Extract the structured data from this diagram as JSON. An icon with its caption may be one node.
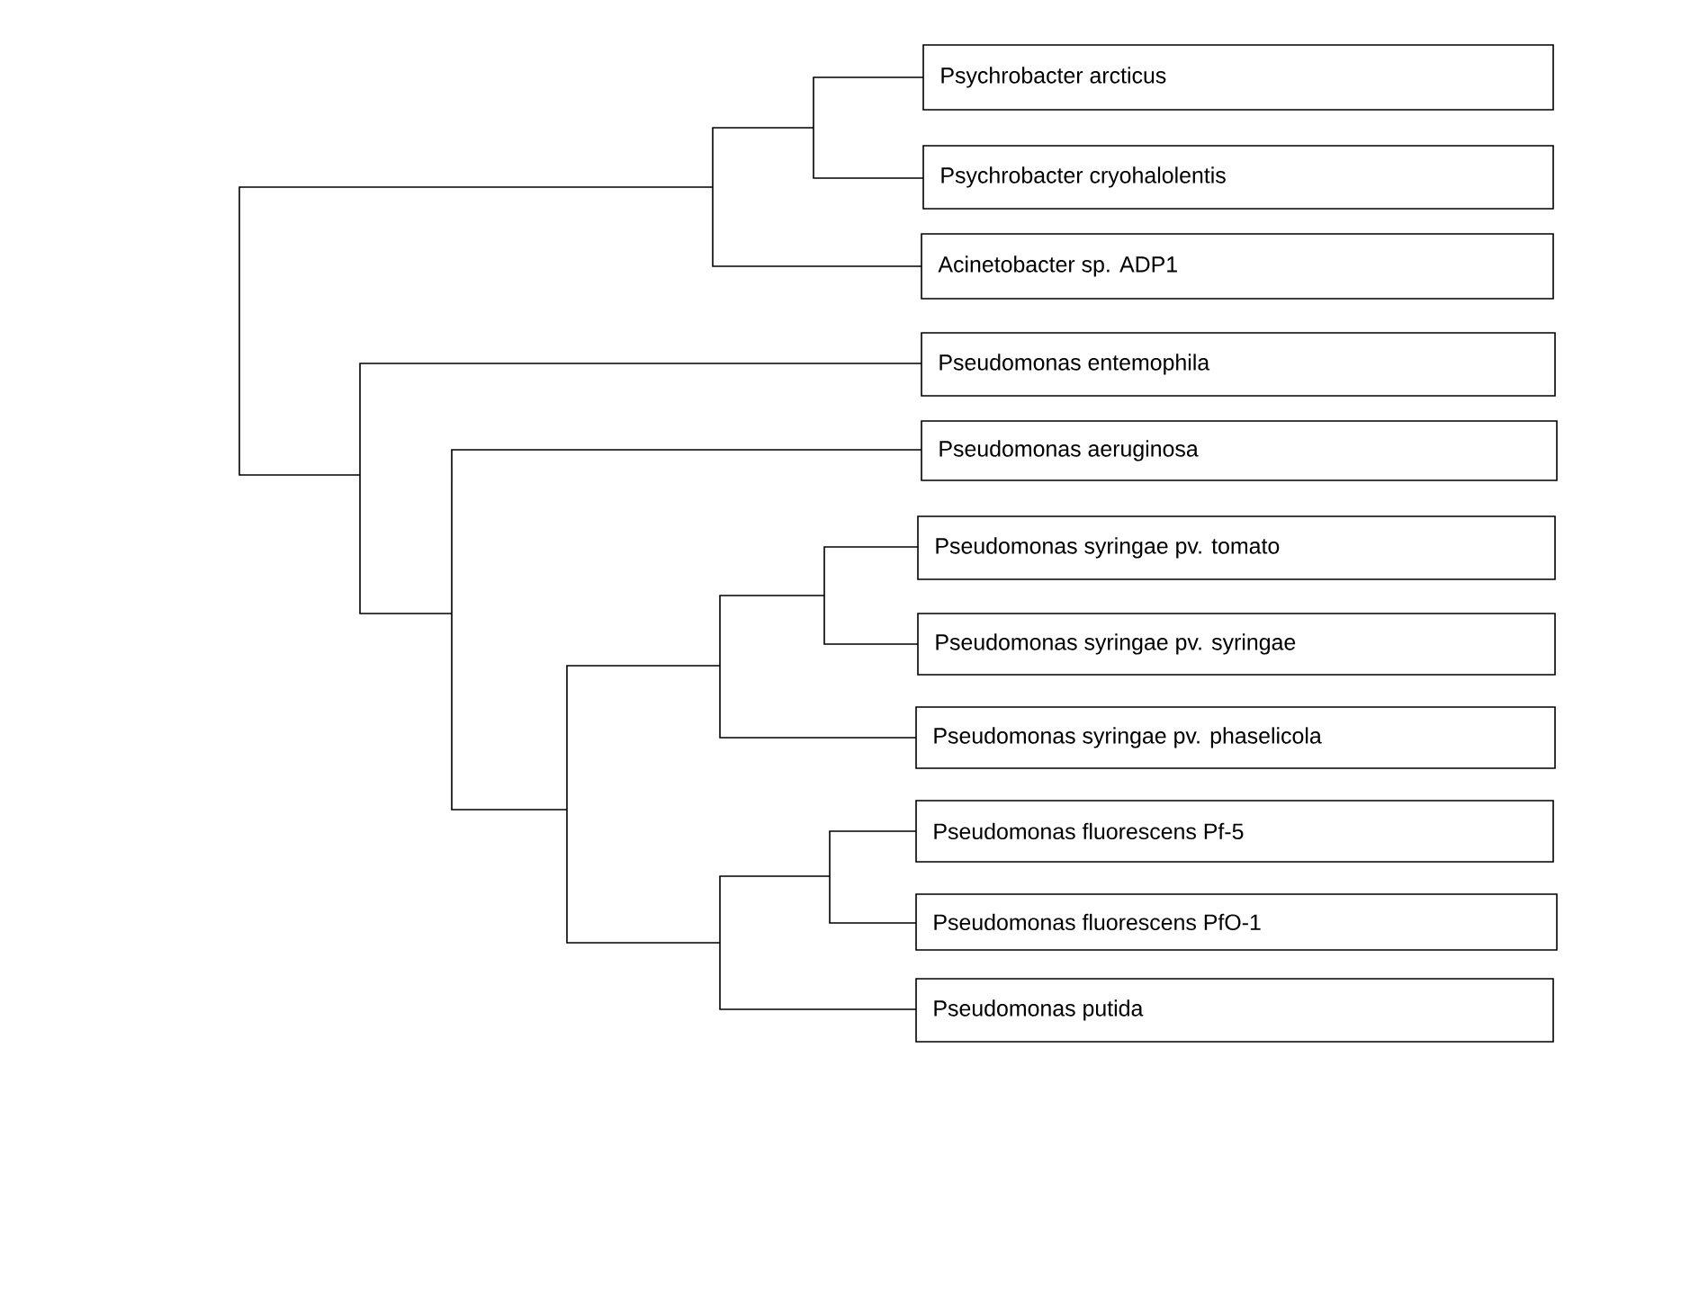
{
  "diagram": {
    "nodes": [
      {
        "text": [
          "Psychrobacter arcticus"
        ]
      },
      {
        "text": [
          "Psychrobacter cryohalolentis"
        ]
      },
      {
        "text": [
          "Acinetobacter sp. ADP1"
        ]
      },
      {
        "text": [
          "Pseudomonas entemophila"
        ]
      },
      {
        "text": [
          "Pseudomonas aeruginosa"
        ]
      },
      {
        "text": [
          "Pseudomonas syringae pv. tomato"
        ]
      },
      {
        "text": [
          "Pseudomonas syringae pv. syringae"
        ]
      },
      {
        "text": [
          "Pseudomonas syringae pv. phaselicola"
        ]
      },
      {
        "text": [
          "Pseudomonas fluorescens Pf-5"
        ]
      },
      {
        "text": [
          "Pseudomonas fluorescens PfO-1"
        ]
      },
      {
        "text": [
          "Pseudomonas putida"
        ]
      }
    ]
  }
}
